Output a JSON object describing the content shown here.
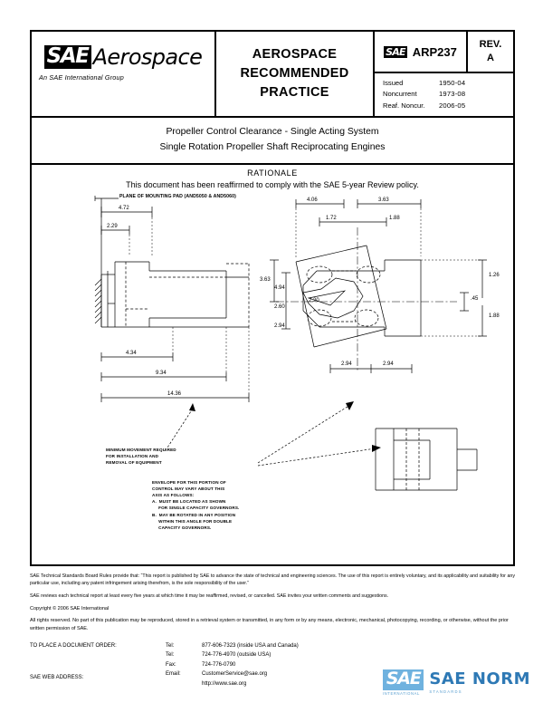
{
  "header": {
    "logo_mark": "SAE",
    "logo_word": "Aerospace",
    "logo_subtitle": "An SAE International Group",
    "title_line1": "AEROSPACE",
    "title_line2": "RECOMMENDED",
    "title_line3": "PRACTICE",
    "doc_mark": "SAE",
    "doc_number": "ARP237",
    "rev_label": "REV.",
    "rev_value": "A",
    "dates": [
      {
        "label": "Issued",
        "value": "1950-04"
      },
      {
        "label": "Noncurrent",
        "value": "1973-08"
      },
      {
        "label": "Reaf. Noncur.",
        "value": "2006-05"
      }
    ]
  },
  "doc_title": {
    "line1": "Propeller Control Clearance - Single Acting System",
    "line2": "Single Rotation Propeller Shaft Reciprocating Engines"
  },
  "rationale": {
    "heading": "RATIONALE",
    "body": "This document has been reaffirmed to comply with the SAE 5-year Review policy."
  },
  "drawing": {
    "plane_note": "PLANE OF MOUNTING PAD (AND5050 & AND5060)",
    "left_dims": [
      "4.72",
      "2.29",
      "4.34",
      "9.34",
      "14.36"
    ],
    "right_dims": [
      "4.06",
      "3.63",
      "1.72",
      "1.88",
      "3.63",
      "4.94",
      "2.60",
      "2.94",
      "2.20",
      "2.94",
      "2.94",
      "1.26",
      ".45",
      "1.88"
    ],
    "note1": "MINIMUM MOVEMENT REQUIRED\nFOR INSTALLATION AND\nREMOVAL OF EQUIPMENT",
    "note2": "ENVELOPE FOR THIS PORTION OF\nCONTROL MAY VARY ABOUT THIS\nAXIS AS FOLLOWS:\nA.  MUST BE LOCATED AS SHOWN\n     FOR SINGLE CAPACITY GOVERNORS.\nB.  MAY BE ROTATED IN ANY POSITION\n     WITHIN THIS ANGLE FOR DOUBLE\n     CAPACITY GOVERNORS."
  },
  "footer": {
    "legal1": "SAE Technical Standards Board Rules provide that: “This report is published by SAE to advance the state of technical and engineering sciences.  The use of this report is entirely voluntary, and its applicability and suitability for any particular use, including any patent infringement arising therefrom, is the sole responsibility of the user.”",
    "legal2": "SAE reviews each technical report at least every five years at which time it may be reaffirmed, revised, or cancelled.  SAE invites your written comments and suggestions.",
    "copyright": "Copyright © 2006 SAE International",
    "rights": "All rights reserved. No part of this publication may be reproduced, stored in a retrieval system or transmitted, in any form or by any means, electronic, mechanical, photocopying, recording, or otherwise, without the prior written permission of SAE.",
    "order_label": "TO PLACE A DOCUMENT ORDER:",
    "web_label": "SAE WEB ADDRESS:",
    "contacts": [
      {
        "type": "Tel:",
        "value": "877-606-7323 (inside USA and Canada)"
      },
      {
        "type": "Tel:",
        "value": "724-776-4970 (outside USA)"
      },
      {
        "type": "Fax:",
        "value": "724-776-0790"
      },
      {
        "type": "Email:",
        "value": "CustomerService@sae.org"
      }
    ],
    "web_url": "http://www.sae.org"
  },
  "badge": {
    "mark": "SAE",
    "mark_sub": "INTERNATIONAL",
    "word": "SAE NORM",
    "word_sub": "STANDARDS"
  }
}
